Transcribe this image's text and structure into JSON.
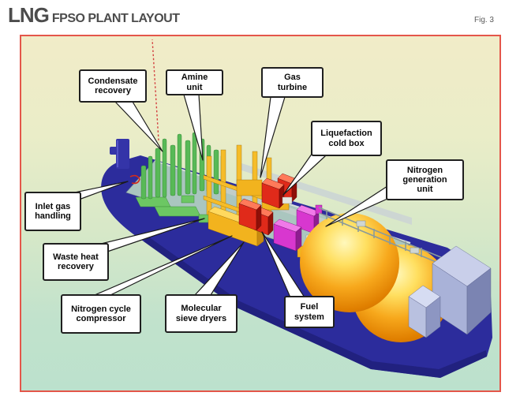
{
  "figure": {
    "title_lead": "LNG",
    "title_rest": "FPSO PLANT LAYOUT",
    "fig_label": "Fig. 3"
  },
  "diagram": {
    "type": "illustrated-plant-layout",
    "subject": "LNG FPSO vessel with labeled process modules and spherical LNG tanks",
    "labels": [
      {
        "id": "condensate-recovery",
        "text": "Condensate\nrecovery"
      },
      {
        "id": "amine-unit",
        "text": "Amine\nunit"
      },
      {
        "id": "gas-turbine",
        "text": "Gas\nturbine"
      },
      {
        "id": "liquefaction-cold-box",
        "text": "Liquefaction\ncold box"
      },
      {
        "id": "nitrogen-generation-unit",
        "text": "Nitrogen\ngeneration\nunit"
      },
      {
        "id": "inlet-gas-handling",
        "text": "Inlet gas\nhandling"
      },
      {
        "id": "waste-heat-recovery",
        "text": "Waste heat\nrecovery"
      },
      {
        "id": "nitrogen-cycle-compressor",
        "text": "Nitrogen cycle\ncompressor"
      },
      {
        "id": "molecular-sieve-dryers",
        "text": "Molecular\nsieve dryers"
      },
      {
        "id": "fuel-system",
        "text": "Fuel\nsystem"
      }
    ],
    "colors": {
      "frame_border": "#e4564a",
      "background_top": "#f1ecc8",
      "background_bottom": "#bce1cd",
      "hull": "#2c2c9c",
      "deck": "#aac6bf",
      "lng_tanks": "#f5a81c",
      "equipment_green": "#58b957",
      "equipment_yellow": "#f2b31e",
      "equipment_red": "#e02a1a",
      "equipment_magenta": "#d837cf",
      "accommodation_block": "#a9b2d8",
      "flare_line": "#d34040"
    }
  }
}
